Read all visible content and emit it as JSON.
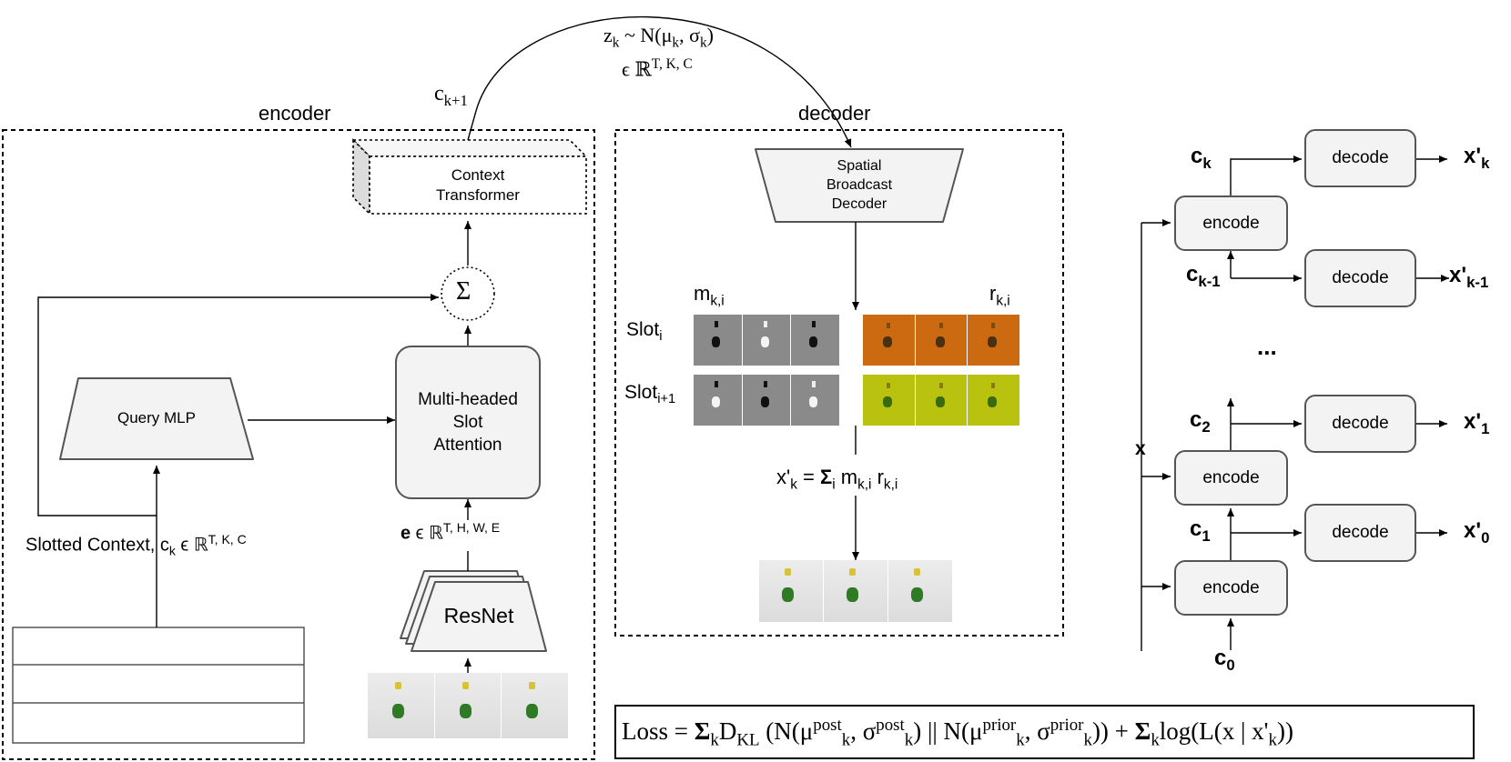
{
  "sections": {
    "encoder": "encoder",
    "decoder": "decoder"
  },
  "encoder": {
    "context_transformer": [
      "Context",
      "Transformer"
    ],
    "sum_symbol": "Σ",
    "query_mlp": "Query MLP",
    "slot_attention": [
      "Multi-headed",
      "Slot",
      "Attention"
    ],
    "resnet": "ResNet",
    "slotted_context_label": "Slotted Context, c",
    "slotted_context_sub": "k",
    "slotted_context_mid": " ϵ ℝ",
    "slotted_context_sup": "T, K, C",
    "embedding_label_bold": "e",
    "embedding_label_mid": " ϵ ℝ",
    "embedding_label_sup": "T, H, W, E",
    "next_context_label": "c",
    "next_context_sub": "k+1"
  },
  "latent": {
    "line1_pre": "z",
    "line1_sub1": "k",
    "line1_mid": " ~ N(μ",
    "line1_sub2": "k",
    "line1_mid2": ", σ",
    "line1_sub3": "k",
    "line1_end": ")",
    "line2_pre": "ϵ ℝ",
    "line2_sup": "T, K, C"
  },
  "decoder": {
    "spatial_broadcast": [
      "Spatial",
      "Broadcast",
      "Decoder"
    ],
    "mask_label": "m",
    "mask_sub": "k,i",
    "rgb_label": "r",
    "rgb_sub": "k,i",
    "slot_i": "Slot",
    "slot_i_sub": "i",
    "slot_i1": "Slot",
    "slot_i1_sub": "i+1",
    "recon_pre": "x'",
    "recon_sub1": "k",
    "recon_eq": " = ",
    "recon_sigma": "Σ",
    "recon_sub2": "i",
    "recon_m": " m",
    "recon_sub3": "k,i",
    "recon_r": " r",
    "recon_sub4": "k,i"
  },
  "unrolled": {
    "encode": "encode",
    "decode": "decode",
    "input": "x",
    "ellipsis": "...",
    "ck": "c",
    "ck_sub": "k",
    "ck1": "c",
    "ck1_sub": "k-1",
    "c2": "c",
    "c2_sub": "2",
    "c1": "c",
    "c1_sub": "1",
    "c0": "c",
    "c0_sub": "0",
    "xk": "x'",
    "xk_sub": "k",
    "xk1": "x'",
    "xk1_sub": "k-1",
    "x1": "x'",
    "x1_sub": "1",
    "x0": "x'",
    "x0_sub": "0"
  },
  "loss": {
    "p1": "Loss = ",
    "sigma1": "Σ",
    "sub_k1": "k",
    "p2": "D",
    "sub_kl": "KL",
    "p3": " (N(μ",
    "sup_post1": "post",
    "sub_k2": "k",
    "p4": ", σ",
    "sup_post2": "post",
    "sub_k3": "k",
    "p5": ") || N(μ",
    "sup_prior1": "prior",
    "sub_k4": "k",
    "p6": ", σ",
    "sup_prior2": "prior",
    "sub_k5": "k",
    "p7": ")) + ",
    "sigma2": "Σ",
    "sub_k6": "k",
    "p8": "log(L(x | x'",
    "sub_k7": "k",
    "p9": "))"
  },
  "colors": {
    "rgb_slot_i": "#cc6a12",
    "rgb_slot_i1": "#b9c20e",
    "mask_gray": "#8a8a8a"
  }
}
